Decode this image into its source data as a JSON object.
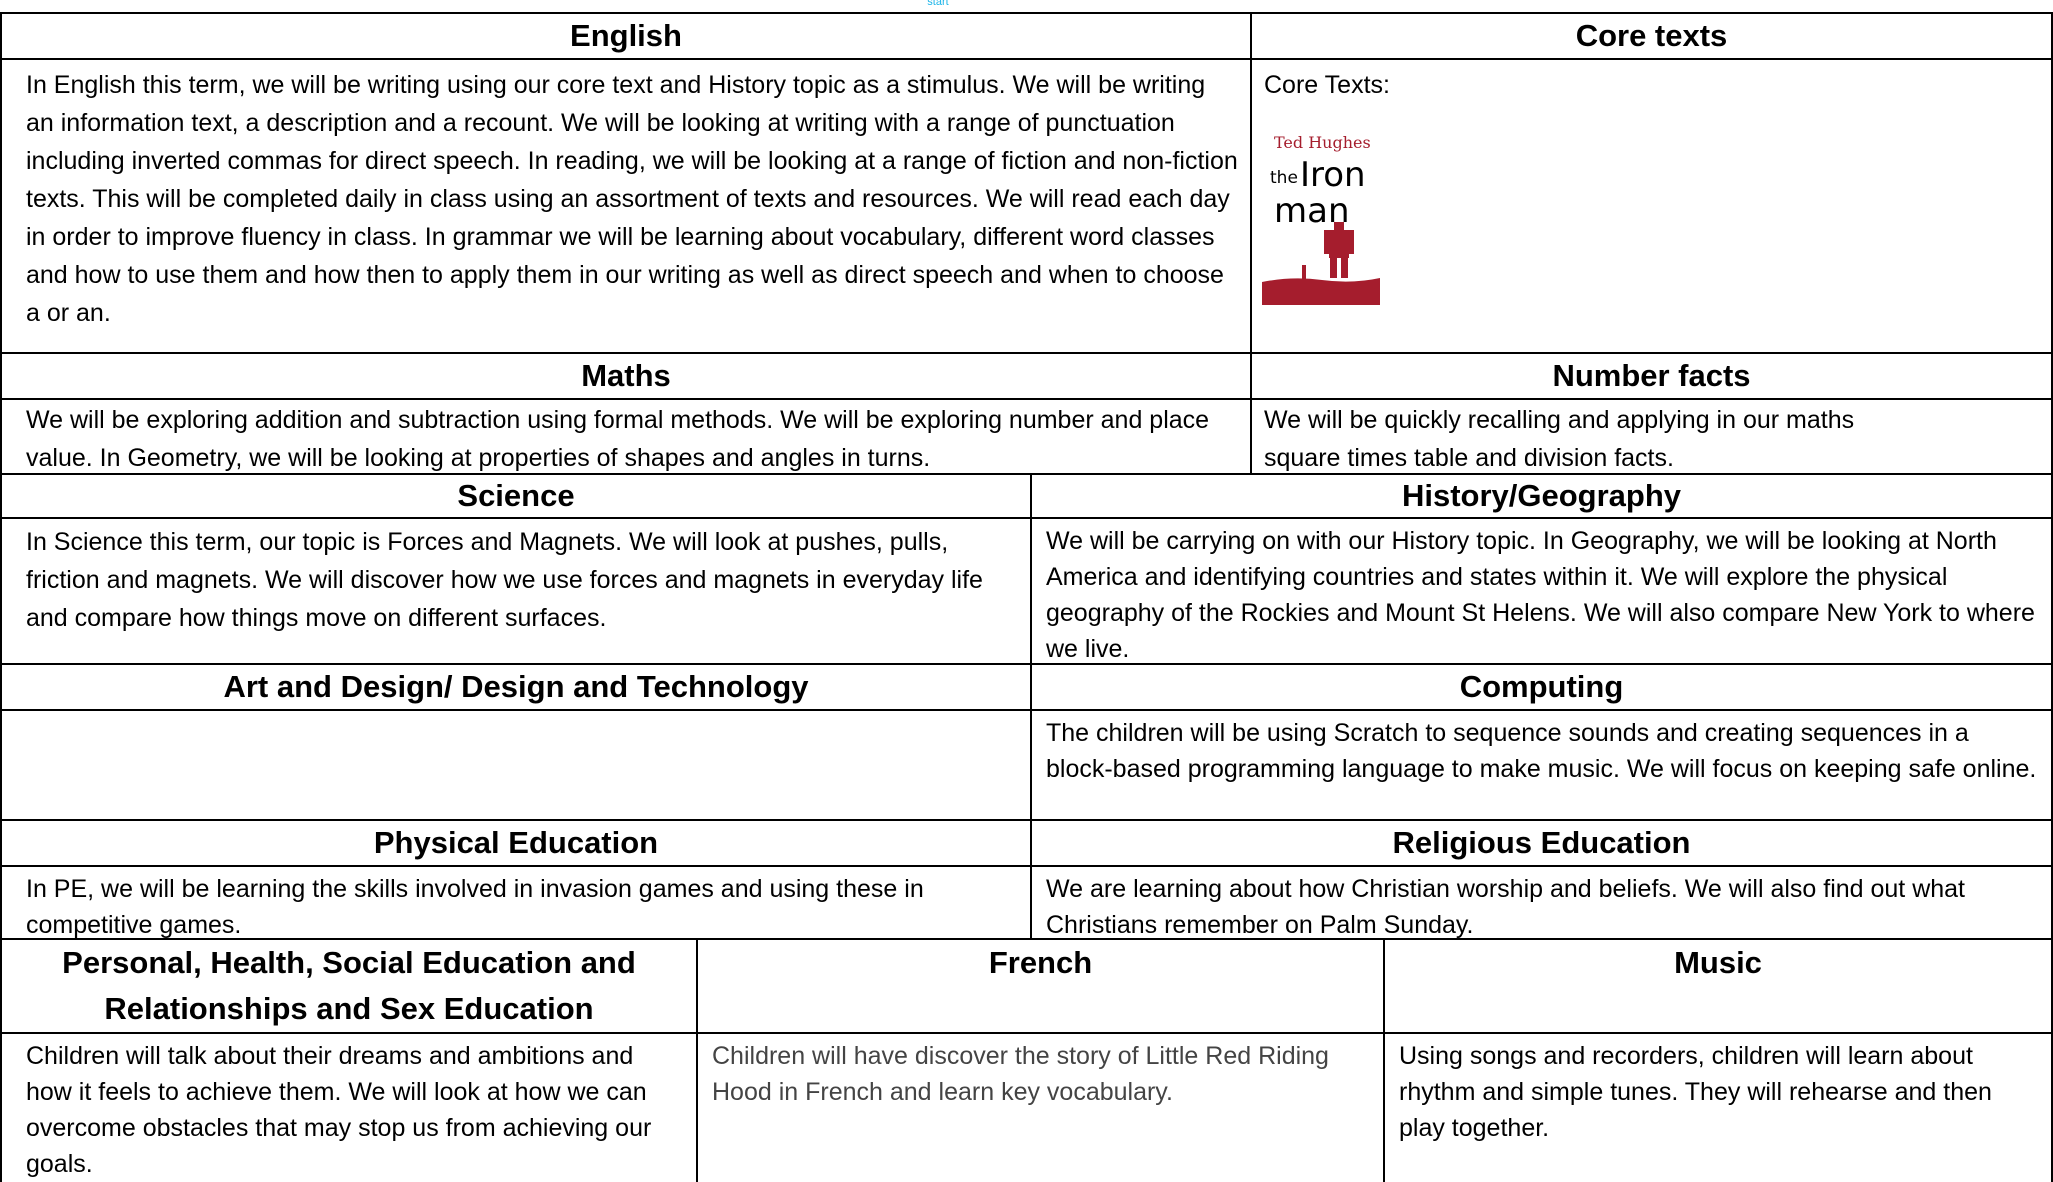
{
  "logo_fragment": "start",
  "english": {
    "heading": "English",
    "text": "In English this term, we will be writing using our core text and History topic as a stimulus.  We will be writing an information text, a description and a recount.  We will be looking at writing with a range of punctuation including inverted commas for direct speech. In reading, we will be looking at a range of fiction and non-fiction texts. This will be completed daily in class using an assortment of texts and resources. We will read each day in order to improve fluency in class. In grammar we will be learning about vocabulary, different word classes and how to use them and how then to apply them in our writing as well as direct speech and when to choose a or an."
  },
  "core_texts": {
    "heading": "Core texts",
    "label": "Core Texts:",
    "book_author": "Ted Hughes",
    "book_title_small": "the",
    "book_title_large_1": "Iron",
    "book_title_large_2": "man"
  },
  "maths": {
    "heading": "Maths",
    "text": "We will be exploring addition and subtraction using formal methods. We will be exploring number and place value.  In Geometry, we will be looking at properties of shapes and angles in turns."
  },
  "number_facts": {
    "heading": "Number facts",
    "text": "We will be quickly recalling and applying in our maths square times table and division facts."
  },
  "science": {
    "heading": "Science",
    "text": "In Science this term, our topic is Forces and Magnets.  We will look at pushes, pulls, friction and magnets. We will discover how we use forces and magnets in everyday life and compare how things move on different surfaces."
  },
  "history_geography": {
    "heading": "History/Geography",
    "text": "We will be carrying on with our History topic.  In Geography, we will be looking at North America and identifying countries and states within it.  We will explore the physical geography of the Rockies and Mount St Helens.  We will also compare New York to where we live."
  },
  "art_dt": {
    "heading": "Art and Design/ Design and Technology",
    "text": ""
  },
  "computing": {
    "heading": "Computing",
    "text": "The children will be using Scratch to sequence sounds and creating sequences in a block-based programming language to make music.  We will focus on keeping safe online."
  },
  "pe": {
    "heading": "Physical Education",
    "text": "In PE, we will be learning the skills involved in invasion games and using these in competitive games."
  },
  "re": {
    "heading": "Religious Education",
    "text": "We are learning about how Christian worship and beliefs.   We will also find out what Christians remember on Palm Sunday."
  },
  "pshe": {
    "heading": "Personal, Health, Social Education and Relationships and Sex Education",
    "text": "Children will talk about their dreams and ambitions and how it feels to achieve them.  We will look at how we can overcome obstacles that may stop us from achieving our goals."
  },
  "french": {
    "heading": "French",
    "text": "Children will have discover the story of Little Red Riding Hood in French and learn key vocabulary."
  },
  "music": {
    "heading": "Music",
    "text": "Using songs and recorders, children will learn about rhythm and simple tunes. They will rehearse and then play together."
  },
  "colors": {
    "book_red": "#a51d2d",
    "logo_blue": "#1bb4e8"
  }
}
